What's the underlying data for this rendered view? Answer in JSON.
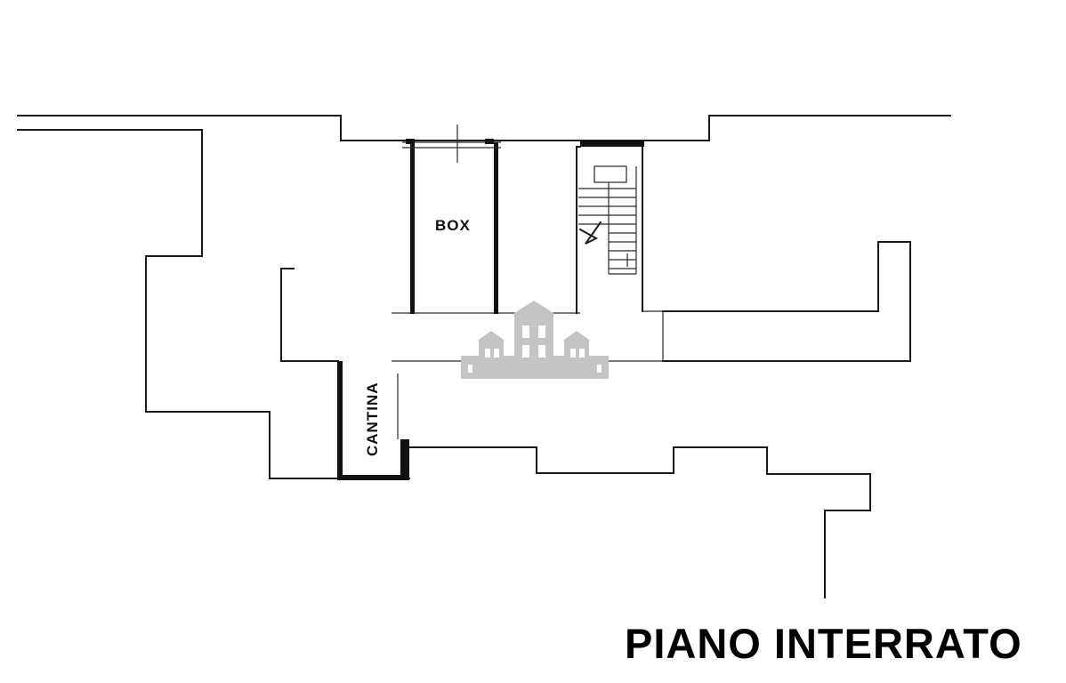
{
  "plan": {
    "title": "PIANO INTERRATO",
    "rooms": {
      "box": "BOX",
      "cantina": "CANTINA"
    },
    "colors": {
      "wall": "#1a1a1a",
      "watermark": "#c4c4c4",
      "background": "#ffffff"
    }
  }
}
